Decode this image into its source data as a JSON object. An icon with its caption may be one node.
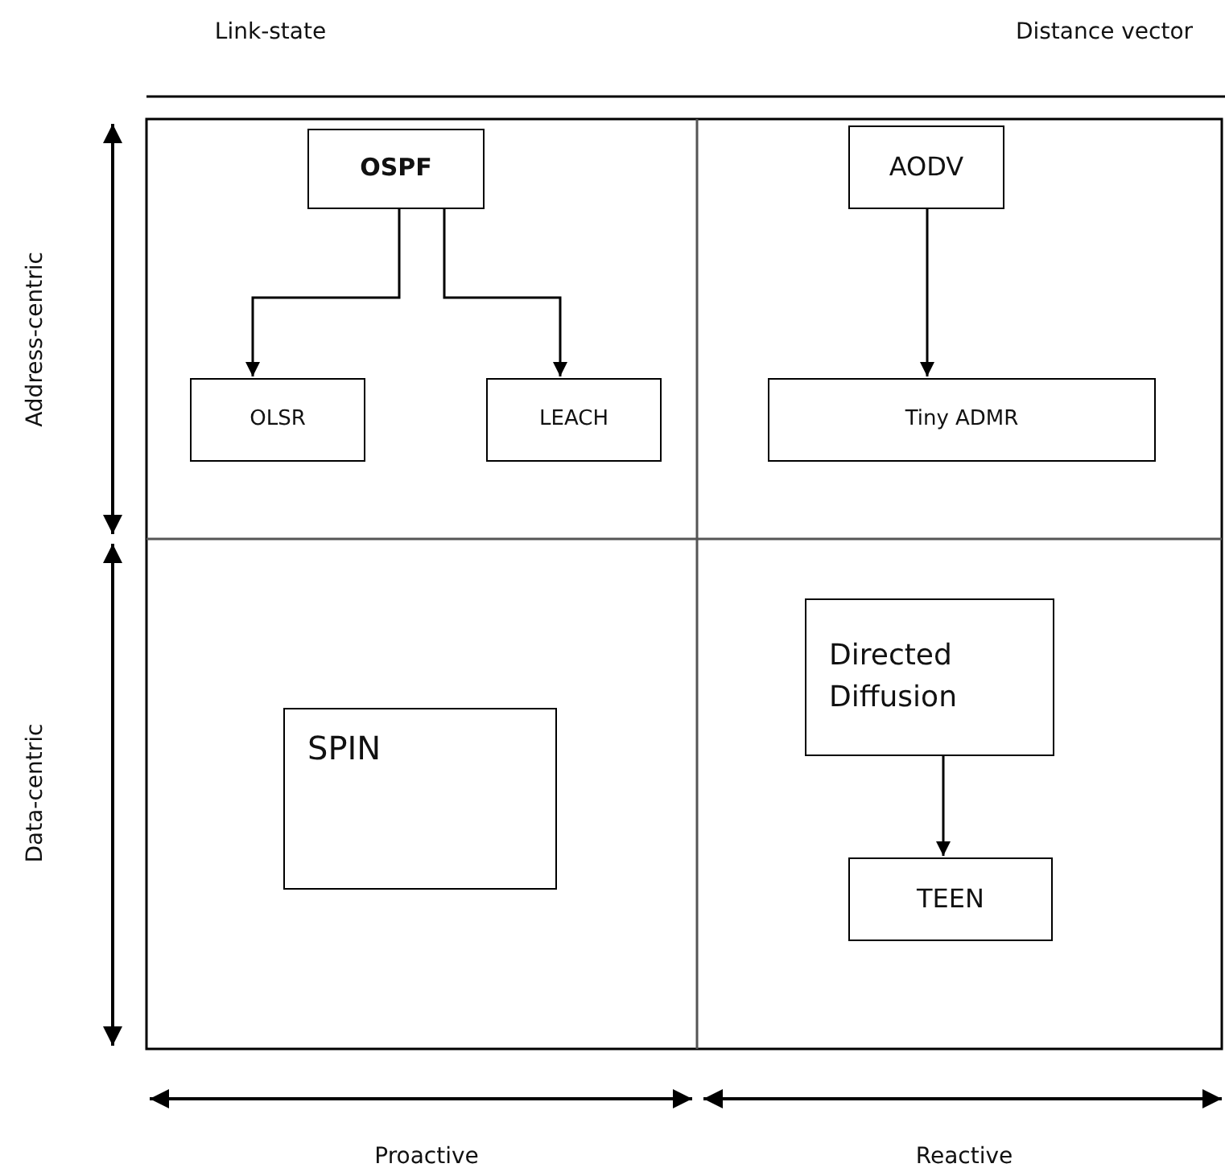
{
  "diagram": {
    "nodes": [
      {
        "text": [
          "OSPF"
        ]
      },
      {
        "text": [
          "OLSR"
        ]
      },
      {
        "text": [
          "LEACH"
        ]
      },
      {
        "text": [
          "AODV"
        ]
      },
      {
        "text": [
          "Tiny ADMR"
        ]
      },
      {
        "text": [
          "SPIN"
        ]
      },
      {
        "text": [
          "Directed Diffusion"
        ]
      },
      {
        "text": [
          "TEEN"
        ]
      }
    ],
    "edges": [
      {
        "from": 0,
        "to": 1,
        "arrow": "to"
      },
      {
        "from": 0,
        "to": 2,
        "arrow": "to"
      },
      {
        "from": 3,
        "to": 4,
        "arrow": "to"
      },
      {
        "from": 6,
        "to": 7,
        "arrow": "to"
      }
    ],
    "labels": [
      "Link-state",
      "Distance vector",
      "Address-centric",
      "Data-centric",
      "Proactive",
      "Reactive"
    ]
  }
}
